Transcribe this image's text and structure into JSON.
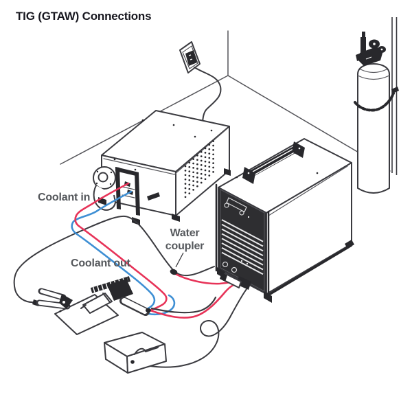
{
  "title": "TIG (GTAW) Connections",
  "labels": {
    "coolant_in": "Coolant in",
    "coolant_out": "Coolant out",
    "water_coupler_line1": "Water",
    "water_coupler_line2": "coupler"
  },
  "colors": {
    "line": "#3a3a3f",
    "dark_fill": "#28282c",
    "hose_red": "#e73358",
    "hose_blue": "#3e8fd4",
    "label_text": "#55585c",
    "title_text": "#17171f"
  },
  "figure_elements": {
    "wall_outlet": "wall-outlet-icon",
    "power_cord": "cooler-power-cord",
    "cooler": "coolant-system-unit",
    "power_source": "tig-welding-power-source",
    "gas_cylinder": "shielding-gas-cylinder",
    "cylinder_chain": "cylinder-safety-chain",
    "wall_post": "wall-post",
    "gas_hose": "ribbed-gas-hose",
    "coolant_hoses": "red-blue-coolant-hoses",
    "water_coupler": "water-coupler-fitting",
    "torch": "tig-torch",
    "work_clamp": "work-clamp",
    "workpiece": "workpiece-plate",
    "work_lead": "work-cable",
    "foot_pedal": "foot-control-pedal",
    "pedal_cable": "foot-pedal-cable"
  }
}
